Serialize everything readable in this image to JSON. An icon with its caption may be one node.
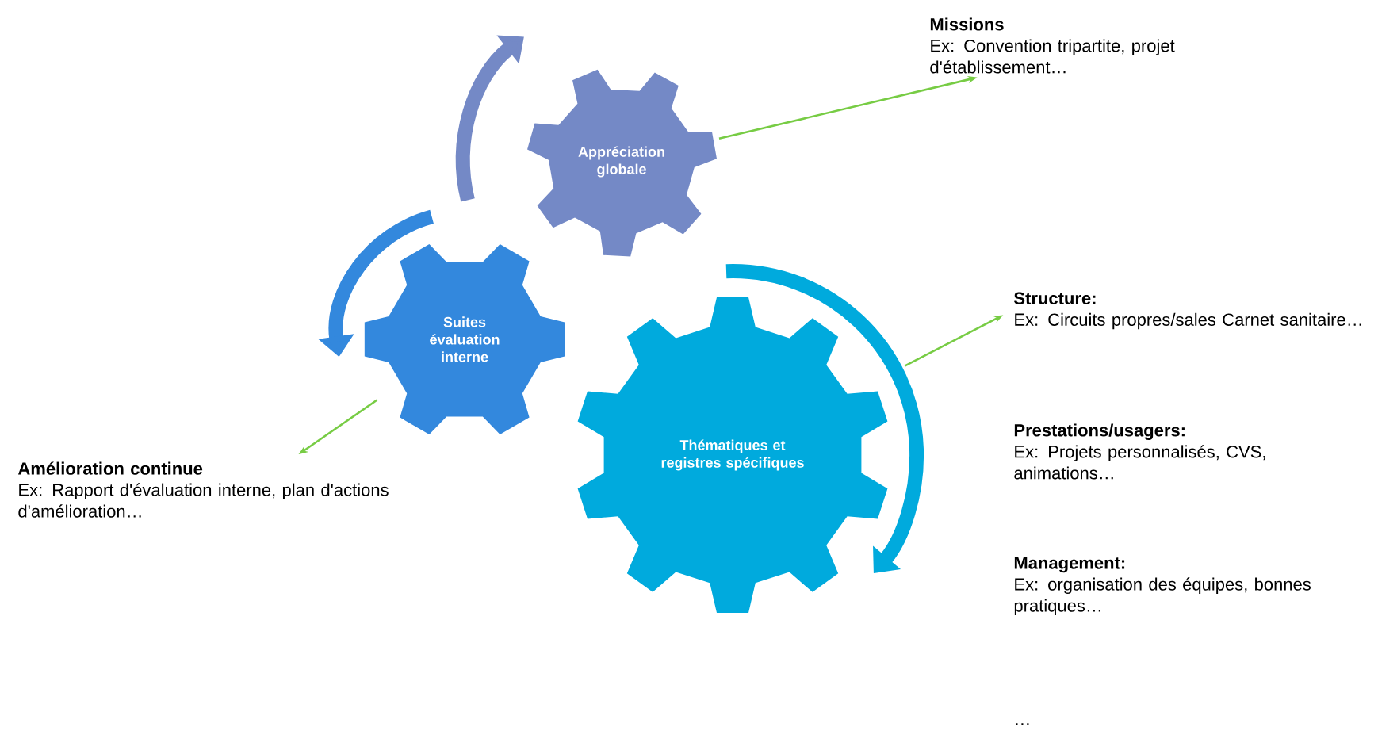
{
  "diagram": {
    "nodes": [
      {
        "text": [
          "Appréciation globale"
        ]
      },
      {
        "text": [
          "Suites évaluation interne"
        ]
      },
      {
        "text": [
          "Thématiques et registres spécifiques"
        ]
      },
      {
        "text": [
          "Missions",
          "Ex: Convention tripartite, projet d'établissement…"
        ]
      },
      {
        "text": [
          "Structure:",
          "Ex: Circuits propres/sales Carnet sanitaire…"
        ]
      },
      {
        "text": [
          "Prestations/usagers:",
          "Ex: Projets personnalisés, CVS, animations…"
        ]
      },
      {
        "text": [
          "Management:",
          "Ex: organisation des équipes, bonnes pratiques…"
        ]
      },
      {
        "text": [
          "Amélioration continue",
          "Ex: Rapport d'évaluation interne, plan d'actions d'amélioration…"
        ]
      }
    ],
    "edges": [
      {
        "from": 0,
        "to": 3,
        "arrow": "to"
      },
      {
        "from": 2,
        "to": 4,
        "arrow": "to"
      },
      {
        "from": 1,
        "to": 7,
        "arrow": "to"
      }
    ],
    "labels": [
      "…"
    ]
  }
}
